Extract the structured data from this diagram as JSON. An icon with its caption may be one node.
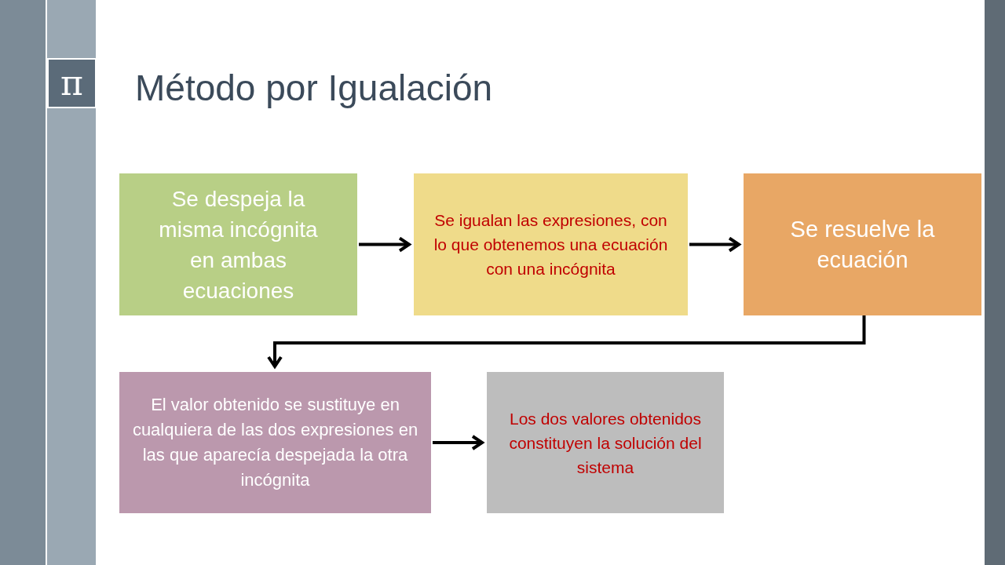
{
  "diagram": {
    "title": "Método por Igualación",
    "nodes": [
      {
        "text": [
          "Se despeja la misma incógnita en ambas ecuaciones"
        ]
      },
      {
        "text": [
          "Se igualan las expresiones, con lo que obtenemos una ecuación con una incógnita"
        ]
      },
      {
        "text": [
          "Se resuelve la ecuación"
        ]
      },
      {
        "text": [
          "El valor obtenido se sustituye en cualquiera de las dos expresiones en las que aparecía despejada la otra incógnita"
        ]
      },
      {
        "text": [
          "Los dos valores obtenidos constituyen la solución del sistema"
        ]
      }
    ],
    "edges": [
      {
        "from": 0,
        "to": 1,
        "arrow": "to"
      },
      {
        "from": 1,
        "to": 2,
        "arrow": "to"
      },
      {
        "from": 2,
        "to": 3,
        "arrow": "to"
      },
      {
        "from": 3,
        "to": 4,
        "arrow": "to"
      }
    ],
    "labels": [
      "π"
    ]
  }
}
